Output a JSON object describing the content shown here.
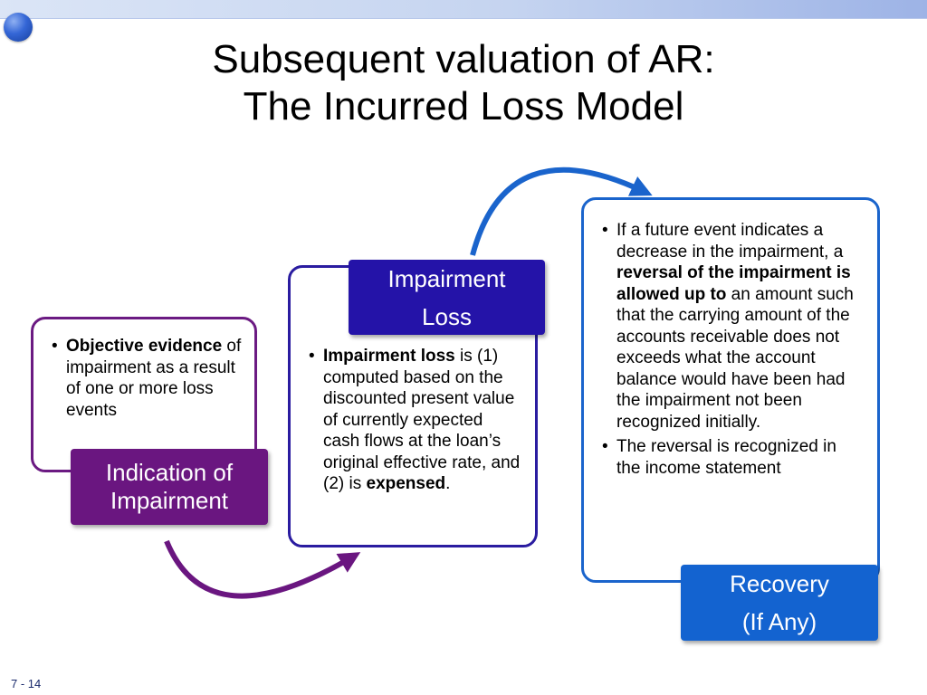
{
  "title": {
    "line1": "Subsequent valuation of AR:",
    "line2": "The Incurred Loss Model"
  },
  "stage1": {
    "label": "Indication of Impairment",
    "bullet_bold": "Objective evidence",
    "bullet_rest": " of impairment as a result of one or more loss events"
  },
  "stage2": {
    "label_line1": "Impairment",
    "label_line2": "Loss",
    "bullet_bold1": "Impairment loss",
    "bullet_mid": " is (1) computed based on the discounted present value of currently expected cash flows at the loan’s original effective rate, and (2) is ",
    "bullet_bold2": "expensed",
    "bullet_end": "."
  },
  "stage3": {
    "label_line1": "Recovery",
    "label_line2": "(If Any)",
    "bullet1_pre": "If a future event indicates a decrease in the impairment, a ",
    "bullet1_bold": "reversal of the impairment is allowed up to",
    "bullet1_post": " an amount such that the carrying amount of the accounts receivable does not exceeds what the account balance would have been had the impairment not been recognized initially.",
    "bullet2": "The reversal is recognized in the income statement"
  },
  "footer": {
    "slide_number": "7 - 14"
  },
  "colors": {
    "purple": "#6a1680",
    "navy": "#2413a8",
    "blue": "#1363d0"
  }
}
